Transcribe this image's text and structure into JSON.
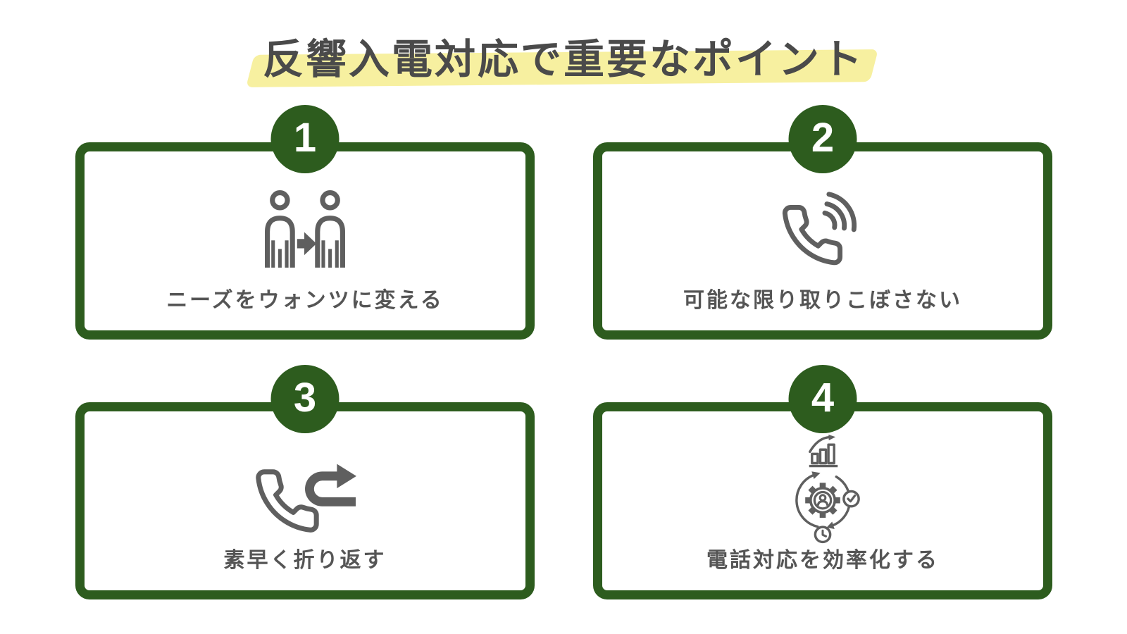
{
  "title": {
    "text": "反響入電対応で重要なポイント"
  },
  "theme": {
    "green": "#2d5c1e",
    "yellow": "#f7f0a0",
    "title_gray": "#4a4a4a",
    "text_gray": "#555555",
    "icon_gray": "#5f5f5f"
  },
  "cards": [
    {
      "number": "1",
      "label": "ニーズをウォンツに変える",
      "icon": "people-exchange-icon"
    },
    {
      "number": "2",
      "label": "可能な限り取りこぼさない",
      "icon": "phone-ringing-icon"
    },
    {
      "number": "3",
      "label": "素早く折り返す",
      "icon": "phone-callback-icon"
    },
    {
      "number": "4",
      "label": "電話対応を効率化する",
      "icon": "process-efficiency-icon"
    }
  ]
}
